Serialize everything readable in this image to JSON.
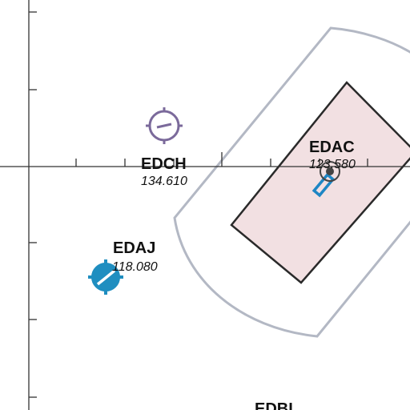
{
  "map": {
    "colors": {
      "background": "#ffffff",
      "axis": "#333333",
      "airspace_outer": "#b3b8c4",
      "airspace_inner_fill": "#f2e0e2",
      "airspace_inner_stroke": "#2a2a2a",
      "edch_symbol": "#7b6a9b",
      "edaj_symbol": "#1f8ec0",
      "edac_runway": "#1e86c4",
      "edac_marker": "#444444"
    },
    "airports": [
      {
        "ident": "EDCH",
        "frequency": "134.610",
        "symbol": "airport-circle-icon"
      },
      {
        "ident": "EDAC",
        "frequency": "123.580",
        "symbol": "runway-icon"
      },
      {
        "ident": "EDAJ",
        "frequency": "118.080",
        "symbol": "airport-filled-circle-icon"
      },
      {
        "ident": "EDBI",
        "frequency": "",
        "symbol": ""
      }
    ]
  }
}
